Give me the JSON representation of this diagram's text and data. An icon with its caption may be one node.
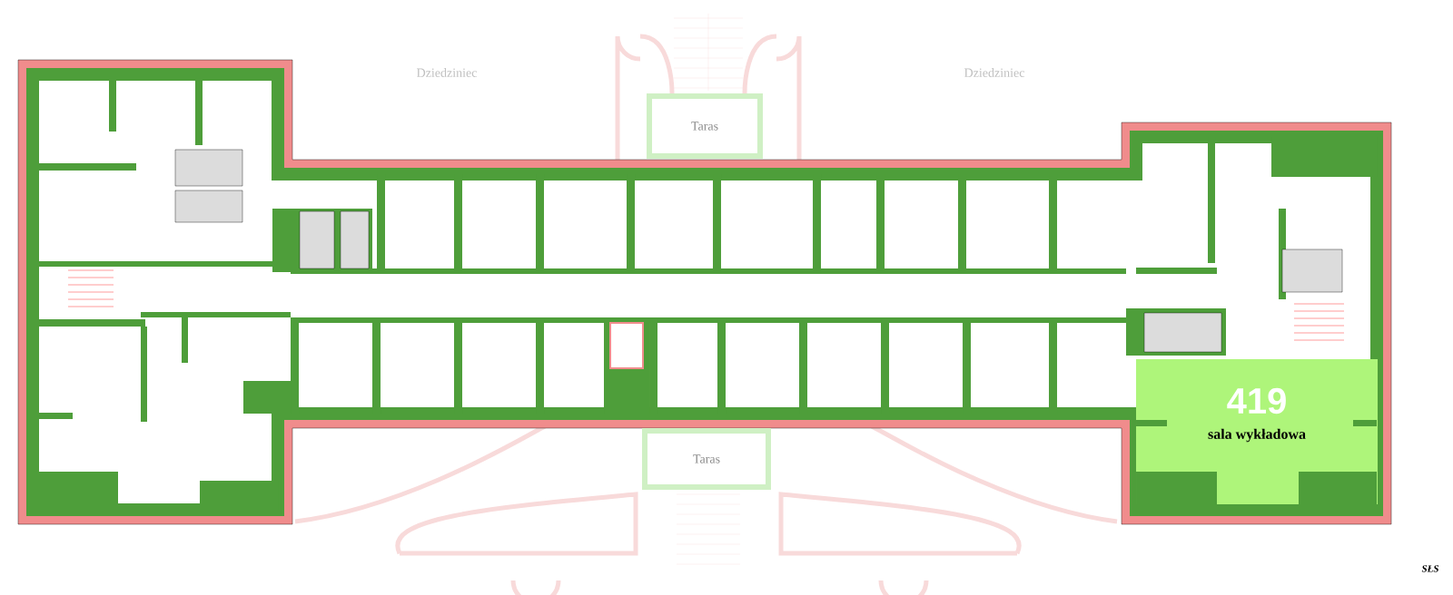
{
  "diagram": {
    "nodes": [
      {
        "text": [
          "Taras"
        ]
      },
      {
        "text": [
          "Taras"
        ]
      },
      {
        "text": [
          "419",
          "sala wykładowa"
        ]
      }
    ],
    "labels": [
      "Dziedziniec",
      "Dziedziniec",
      "SŁS"
    ]
  }
}
